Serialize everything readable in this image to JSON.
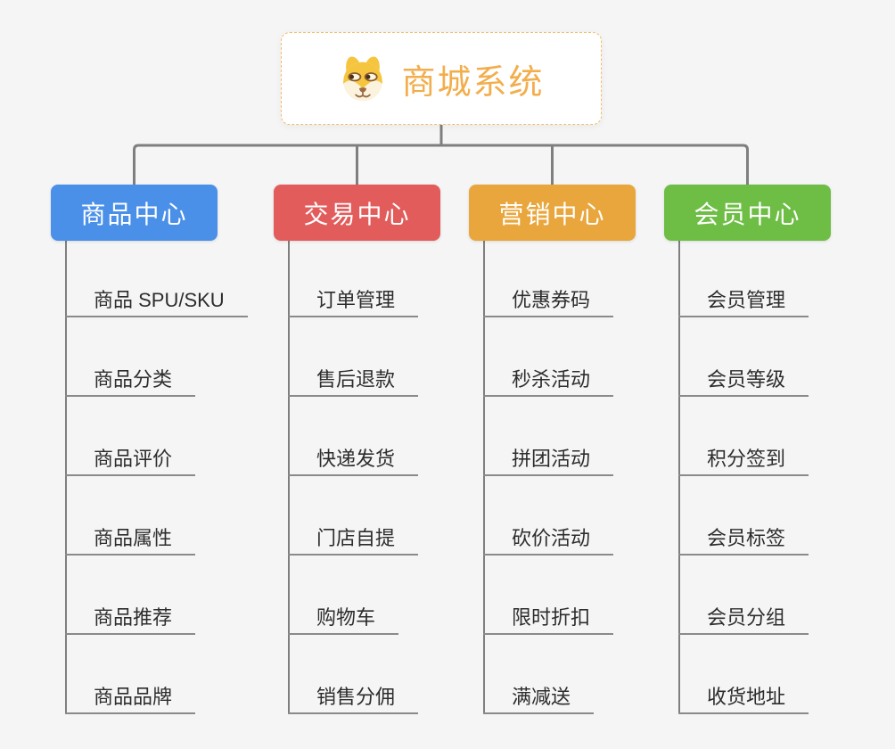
{
  "root": {
    "title": "商城系统",
    "icon": "shiba-dog-face-icon"
  },
  "branches": [
    {
      "id": "product-center",
      "label": "商品中心",
      "color": "#4A90E8",
      "items": [
        "商品 SPU/SKU",
        "商品分类",
        "商品评价",
        "商品属性",
        "商品推荐",
        "商品品牌"
      ]
    },
    {
      "id": "trade-center",
      "label": "交易中心",
      "color": "#E25C5C",
      "items": [
        "订单管理",
        "售后退款",
        "快递发货",
        "门店自提",
        "购物车",
        "销售分佣"
      ]
    },
    {
      "id": "marketing-center",
      "label": "营销中心",
      "color": "#E9A63C",
      "items": [
        "优惠券码",
        "秒杀活动",
        "拼团活动",
        "砍价活动",
        "限时折扣",
        "满减送"
      ]
    },
    {
      "id": "member-center",
      "label": "会员中心",
      "color": "#6EBE45",
      "items": [
        "会员管理",
        "会员等级",
        "积分签到",
        "会员标签",
        "会员分组",
        "收货地址"
      ]
    }
  ],
  "palette": {
    "background": "#F5F5F6",
    "connector": "#7F7F7F",
    "leaf_line": "#8A8A8A",
    "leaf_text": "#2D2D2D",
    "root_bg": "#FFFFFF",
    "root_border": "#F2BC6B",
    "root_title_color": "#F2AE4D",
    "dog_yellow": "#F6C53F",
    "dog_cream": "#FBF3DD",
    "dog_brown": "#9C6B45",
    "dog_eye_dark": "#4A2F17"
  }
}
